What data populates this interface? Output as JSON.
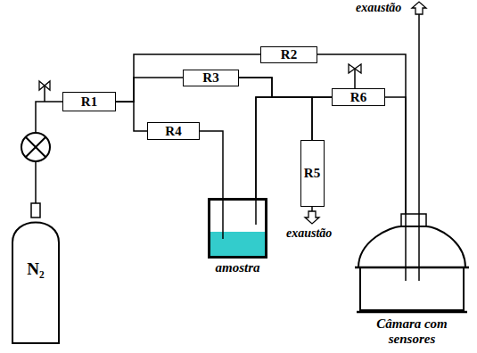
{
  "diagram": {
    "nodes": [
      {
        "text": [
          "R1"
        ]
      },
      {
        "text": [
          "R2"
        ]
      },
      {
        "text": [
          "R3"
        ]
      },
      {
        "text": [
          "R4"
        ]
      },
      {
        "text": [
          "R5"
        ]
      },
      {
        "text": [
          "R6"
        ]
      },
      {
        "text": [
          "N₂"
        ]
      },
      {
        "text": [
          "amostra"
        ]
      },
      {
        "text": [
          "Câmara com sensores"
        ]
      }
    ],
    "edges": [
      {
        "from": 6,
        "to": 0,
        "arrow": "none"
      },
      {
        "from": 0,
        "to": 1,
        "arrow": "none"
      },
      {
        "from": 0,
        "to": 2,
        "arrow": "none"
      },
      {
        "from": 0,
        "to": 3,
        "arrow": "none"
      },
      {
        "from": 3,
        "to": 7,
        "arrow": "none"
      },
      {
        "from": 7,
        "to": 5,
        "arrow": "none"
      },
      {
        "from": 7,
        "to": 4,
        "arrow": "none"
      },
      {
        "from": 2,
        "to": 5,
        "arrow": "none"
      },
      {
        "from": 2,
        "to": 4,
        "arrow": "none"
      },
      {
        "from": 5,
        "to": 8,
        "arrow": "none"
      },
      {
        "from": 1,
        "to": 8,
        "arrow": "none"
      }
    ],
    "labels": [
      "exaustão",
      "exaustão"
    ]
  }
}
